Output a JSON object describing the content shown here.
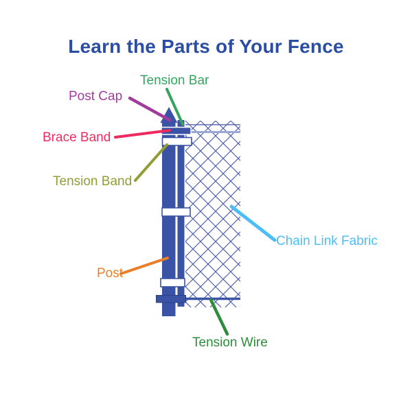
{
  "title": "Learn the Parts of Your Fence",
  "colors": {
    "title": "#2B4DA2",
    "structure": "#3A53A4",
    "mesh": "#5261AC",
    "rail_light": "#9AA8D6",
    "background": "#FFFFFF"
  },
  "labels": [
    {
      "id": "tension-bar",
      "text": "Tension Bar",
      "color": "#36A45F"
    },
    {
      "id": "post-cap",
      "text": "Post Cap",
      "color": "#A13C9C"
    },
    {
      "id": "brace-band",
      "text": "Brace Band",
      "color": "#ED2B5F"
    },
    {
      "id": "tension-band",
      "text": "Tension Band",
      "color": "#939D35"
    },
    {
      "id": "post",
      "text": "Post",
      "color": "#E97F28"
    },
    {
      "id": "chain-link-fabric",
      "text": "Chain Link Fabric",
      "color": "#4DBEF5"
    },
    {
      "id": "tension-wire",
      "text": "Tension Wire",
      "color": "#2E8B3C"
    }
  ]
}
